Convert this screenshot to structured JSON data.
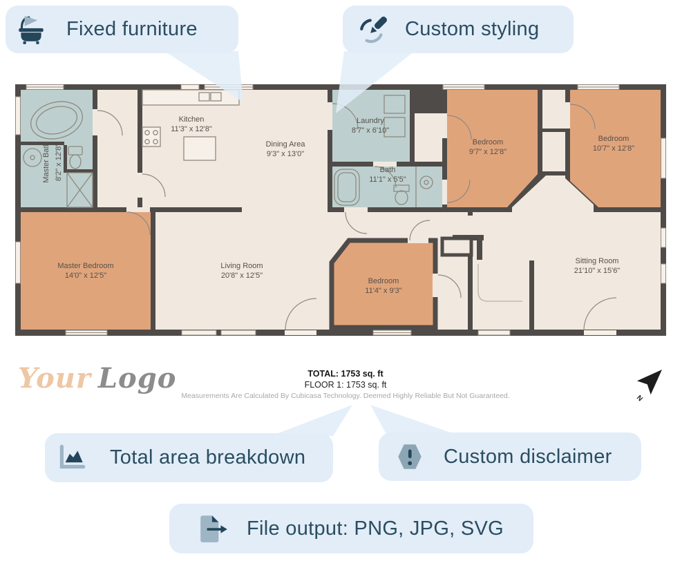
{
  "palette": {
    "callout_bg": "#e2edf8",
    "callout_text": "#2b4d61",
    "icon_dark": "#24465a",
    "icon_light": "#9db5c5",
    "wall": "#4f4b48",
    "floor": "#f1e9df",
    "bedroom_fill": "#e0a47b",
    "bath_fill": "#bdd0cf",
    "logo_word1_color": "#eec7a4",
    "logo_word2_color": "#8c8c8c"
  },
  "callouts": {
    "fixed_furniture": {
      "label": "Fixed furniture",
      "icon": "bathtub-icon"
    },
    "custom_styling": {
      "label": "Custom styling",
      "icon": "edit-pen-icon"
    },
    "total_area": {
      "label": "Total area breakdown",
      "icon": "area-chart-icon"
    },
    "custom_disclaimer": {
      "label": "Custom disclaimer",
      "icon": "alert-hexagon-icon"
    },
    "file_output": {
      "label": "File output: PNG, JPG, SVG",
      "icon": "file-export-icon"
    }
  },
  "plan": {
    "rooms": {
      "master_bath": {
        "name": "Master Bath",
        "dims": "8'2\" x 12'8\""
      },
      "kitchen": {
        "name": "Kitchen",
        "dims": "11'3\" x 12'8\""
      },
      "dining": {
        "name": "Dining Area",
        "dims": "9'3\" x 13'0\""
      },
      "laundry": {
        "name": "Laundry",
        "dims": "8'7\" x 6'10\""
      },
      "bath": {
        "name": "Bath",
        "dims": "11'1\" x 5'5\""
      },
      "bedroom_top_left": {
        "name": "Bedroom",
        "dims": "9'7\" x 12'8\""
      },
      "bedroom_top_right": {
        "name": "Bedroom",
        "dims": "10'7\" x 12'8\""
      },
      "master_bedroom": {
        "name": "Master Bedroom",
        "dims": "14'0\" x 12'5\""
      },
      "living": {
        "name": "Living Room",
        "dims": "20'8\" x 12'5\""
      },
      "bedroom_bottom": {
        "name": "Bedroom",
        "dims": "11'4\" x 9'3\""
      },
      "sitting": {
        "name": "Sitting Room",
        "dims": "21'10\" x 15'6\""
      }
    },
    "compass": {
      "label": "N"
    }
  },
  "footer": {
    "logo": {
      "word1": "Your",
      "word2": "Logo"
    },
    "total": "TOTAL: 1753 sq. ft",
    "floor": "FLOOR 1: 1753 sq. ft",
    "disclaimer": "Measurements Are Calculated By Cubicasa Technology. Deemed Highly Reliable But Not Guaranteed."
  }
}
